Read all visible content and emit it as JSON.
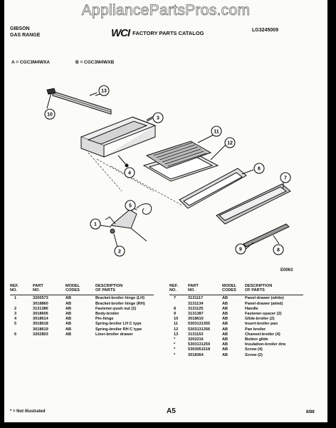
{
  "watermark": "AppliancePartsPros.com",
  "header": {
    "brand": "GIBSON",
    "product": "GAS RANGE",
    "logo": "WCI",
    "catalog": "FACTORY PARTS CATALOG",
    "doc_number": "LG3245009"
  },
  "models": {
    "a": "A = CGC3M4WXA",
    "b": "B = CGC3M4WXB"
  },
  "diagram": {
    "code": "E0063",
    "callouts": [
      "1",
      "2",
      "3",
      "4",
      "5",
      "6",
      "7",
      "8",
      "9",
      "10",
      "11",
      "12",
      "13"
    ]
  },
  "table_headers": {
    "ref": [
      "REF.",
      "NO."
    ],
    "part": [
      "PART",
      "NO."
    ],
    "model": [
      "MODEL",
      "CODES"
    ],
    "desc": [
      "DESCRIPTION",
      "OF PARTS"
    ]
  },
  "parts_left": [
    {
      "ref": "1",
      "part": "3200573",
      "code": "AB",
      "desc": "Bracket-broiler hinge (LH)"
    },
    {
      "ref": "",
      "part": "3018860",
      "code": "AB",
      "desc": "Bracket-broiler hinge (RH)"
    },
    {
      "ref": "2",
      "part": "3131386",
      "code": "AB",
      "desc": "Fastener-push nut (2)"
    },
    {
      "ref": "3",
      "part": "3018606",
      "code": "AB",
      "desc": "Body-broiler"
    },
    {
      "ref": "4",
      "part": "3018614",
      "code": "AB",
      "desc": "Pin-hinge"
    },
    {
      "ref": "5",
      "part": "3018618",
      "code": "AB",
      "desc": "Spring-broiler LH C type"
    },
    {
      "ref": "",
      "part": "3018619",
      "code": "AB",
      "desc": "Spring-broiler RH C type"
    },
    {
      "ref": "6",
      "part": "3202803",
      "code": "AB",
      "desc": "Liner-broiler drawer"
    }
  ],
  "parts_right": [
    {
      "ref": "7",
      "part": "3131117",
      "code": "AB",
      "desc": "Panel-drawer (white)"
    },
    {
      "ref": "",
      "part": "3131134",
      "code": "AB",
      "desc": "Panel-drawer (almd)"
    },
    {
      "ref": "8",
      "part": "3131125",
      "code": "AB",
      "desc": "Handle"
    },
    {
      "ref": "9",
      "part": "3131387",
      "code": "AB",
      "desc": "Fastener-spacer (2)"
    },
    {
      "ref": "10",
      "part": "3018610",
      "code": "AB",
      "desc": "Glide-broiler (2)"
    },
    {
      "ref": "11",
      "part": "5303131355",
      "code": "AB",
      "desc": "Insert-broiler pan"
    },
    {
      "ref": "12",
      "part": "5303131356",
      "code": "AB",
      "desc": "Pan broiler"
    },
    {
      "ref": "13",
      "part": "3131153",
      "code": "AB",
      "desc": "Channel-broiler (4)"
    },
    {
      "ref": "*",
      "part": "3202216",
      "code": "AB",
      "desc": "Button glide"
    },
    {
      "ref": "*",
      "part": "5303131259",
      "code": "AB",
      "desc": "Insulation-broiler drw"
    },
    {
      "ref": "*",
      "part": "5303051518",
      "code": "AB",
      "desc": "Screw (4)"
    },
    {
      "ref": "*",
      "part": "3018364",
      "code": "AB",
      "desc": "Screw (2)"
    }
  ],
  "footer": {
    "note": "* = Not Illustrated",
    "page": "A5",
    "date": "8/88"
  }
}
